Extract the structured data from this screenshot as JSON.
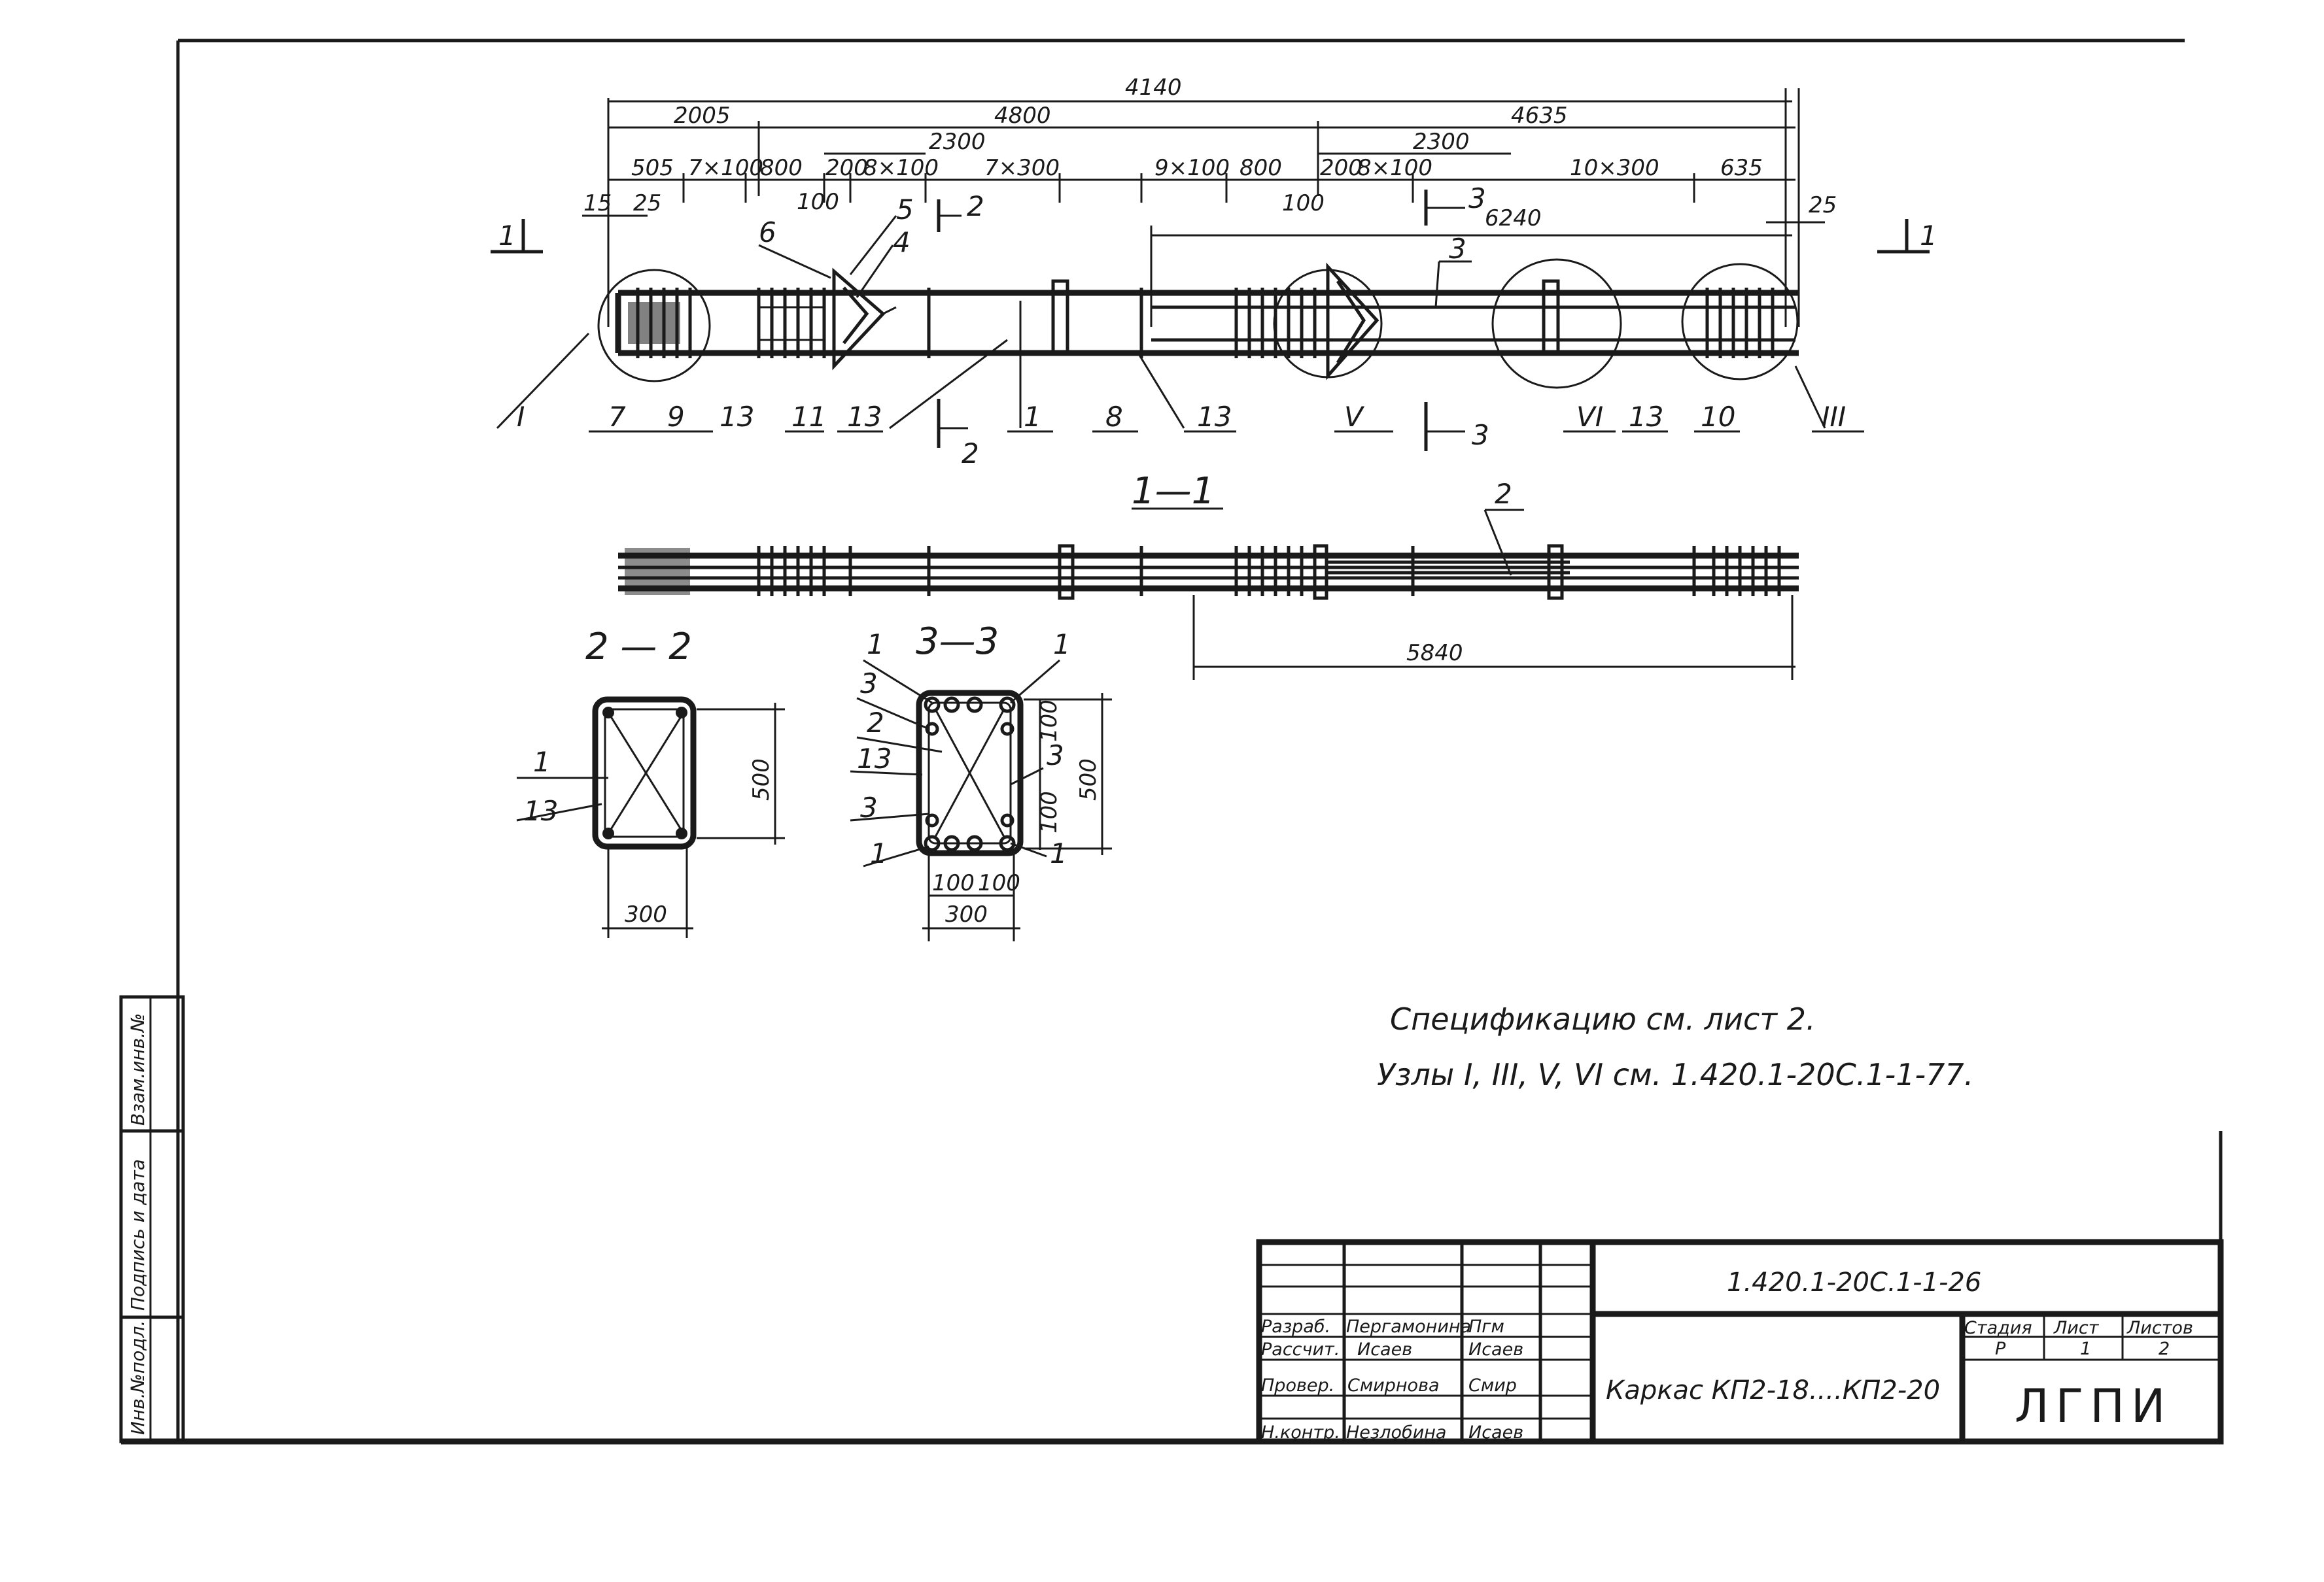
{
  "dimensions": {
    "overall": "4140",
    "segment_left": "2005",
    "segment_mid": "4800",
    "segment_right": "4635",
    "left_2300": "2300",
    "right_2300": "2300",
    "d505": "505",
    "d7x100": "7×100",
    "d800a": "800",
    "d200a": "200",
    "d8x100a": "8×100",
    "d7x300": "7×300",
    "d9x100": "9×100",
    "d800b": "800",
    "d200b": "200",
    "d8x100b": "8×100",
    "d10x300": "10×300",
    "d635": "635",
    "d15": "15",
    "d25a": "25",
    "d25b": "25",
    "d100a": "100",
    "d100b": "100",
    "d6240": "6240",
    "d5840": "5840",
    "s22_h": "500",
    "s22_w": "300",
    "s33_h": "500",
    "s33_w": "300",
    "s33_100a": "100",
    "s33_100b": "100",
    "s33_100c": "100",
    "s33_100d": "100"
  },
  "section_marks": {
    "s1_left": "1",
    "s1_right": "1",
    "s2_top": "2",
    "s2_bottom": "2",
    "s3_top": "3",
    "s3_bottom": "3"
  },
  "callouts": {
    "c6": "6",
    "c5": "5",
    "c4": "4",
    "c3": "3",
    "nI": "I",
    "c7": "7",
    "c9": "9",
    "c13a": "13",
    "c11": "11",
    "c13b": "13",
    "c1": "1",
    "c8": "8",
    "c13c": "13",
    "nV": "V",
    "nVI": "VI",
    "c13d": "13",
    "c10": "10",
    "nIII": "III",
    "c2": "2"
  },
  "section_titles": {
    "s11": "1—1",
    "s22": "2 — 2",
    "s33": "3—3"
  },
  "sec22_callouts": {
    "a": "1",
    "b": "13"
  },
  "sec33_callouts": {
    "a": "1",
    "b": "3",
    "c": "2",
    "d": "13",
    "e": "3",
    "f": "1",
    "g": "1",
    "h": "3",
    "i": "1"
  },
  "notes": {
    "line1": "Спецификацию см. лист 2.",
    "line2": "Узлы I, III, V, VI см. 1.420.1-20С.1-1-77."
  },
  "title_block": {
    "doc_code": "1.420.1-20С.1-1-26",
    "roles": [
      "Разраб.",
      "Рассчит.",
      "Провер.",
      "Н.контр."
    ],
    "names": [
      "Пергамонина",
      "Исаев",
      "Смирнова",
      "Незлобина"
    ],
    "signatures": [
      "Пгм",
      "Исаев",
      "Смир",
      "Исаев"
    ],
    "drawing_title": "Каркас КП2-18....КП2-20",
    "hdr_stage": "Стадия",
    "hdr_sheet": "Лист",
    "hdr_sheets": "Листов",
    "stage": "Р",
    "sheet": "1",
    "sheets": "2",
    "org": "ЛГПИ"
  },
  "side_stamp": {
    "inv_orig": "Инв.№подл.",
    "sign_date": "Подпись и дата",
    "inv_repl": "Взам.инв.№"
  }
}
